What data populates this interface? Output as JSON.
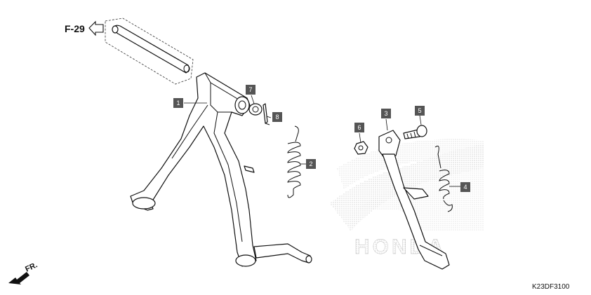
{
  "diagram": {
    "reference_label": "F-29",
    "direction_label": "FR.",
    "drawing_code": "K23DF3100",
    "watermark_text": "HONDA",
    "callouts": [
      "1",
      "2",
      "3",
      "4",
      "5",
      "6",
      "7",
      "8"
    ],
    "colors": {
      "callout_fill": "#555555",
      "callout_text": "#ffffff",
      "line": "#111111",
      "watermark": "#bbbbbb"
    }
  }
}
